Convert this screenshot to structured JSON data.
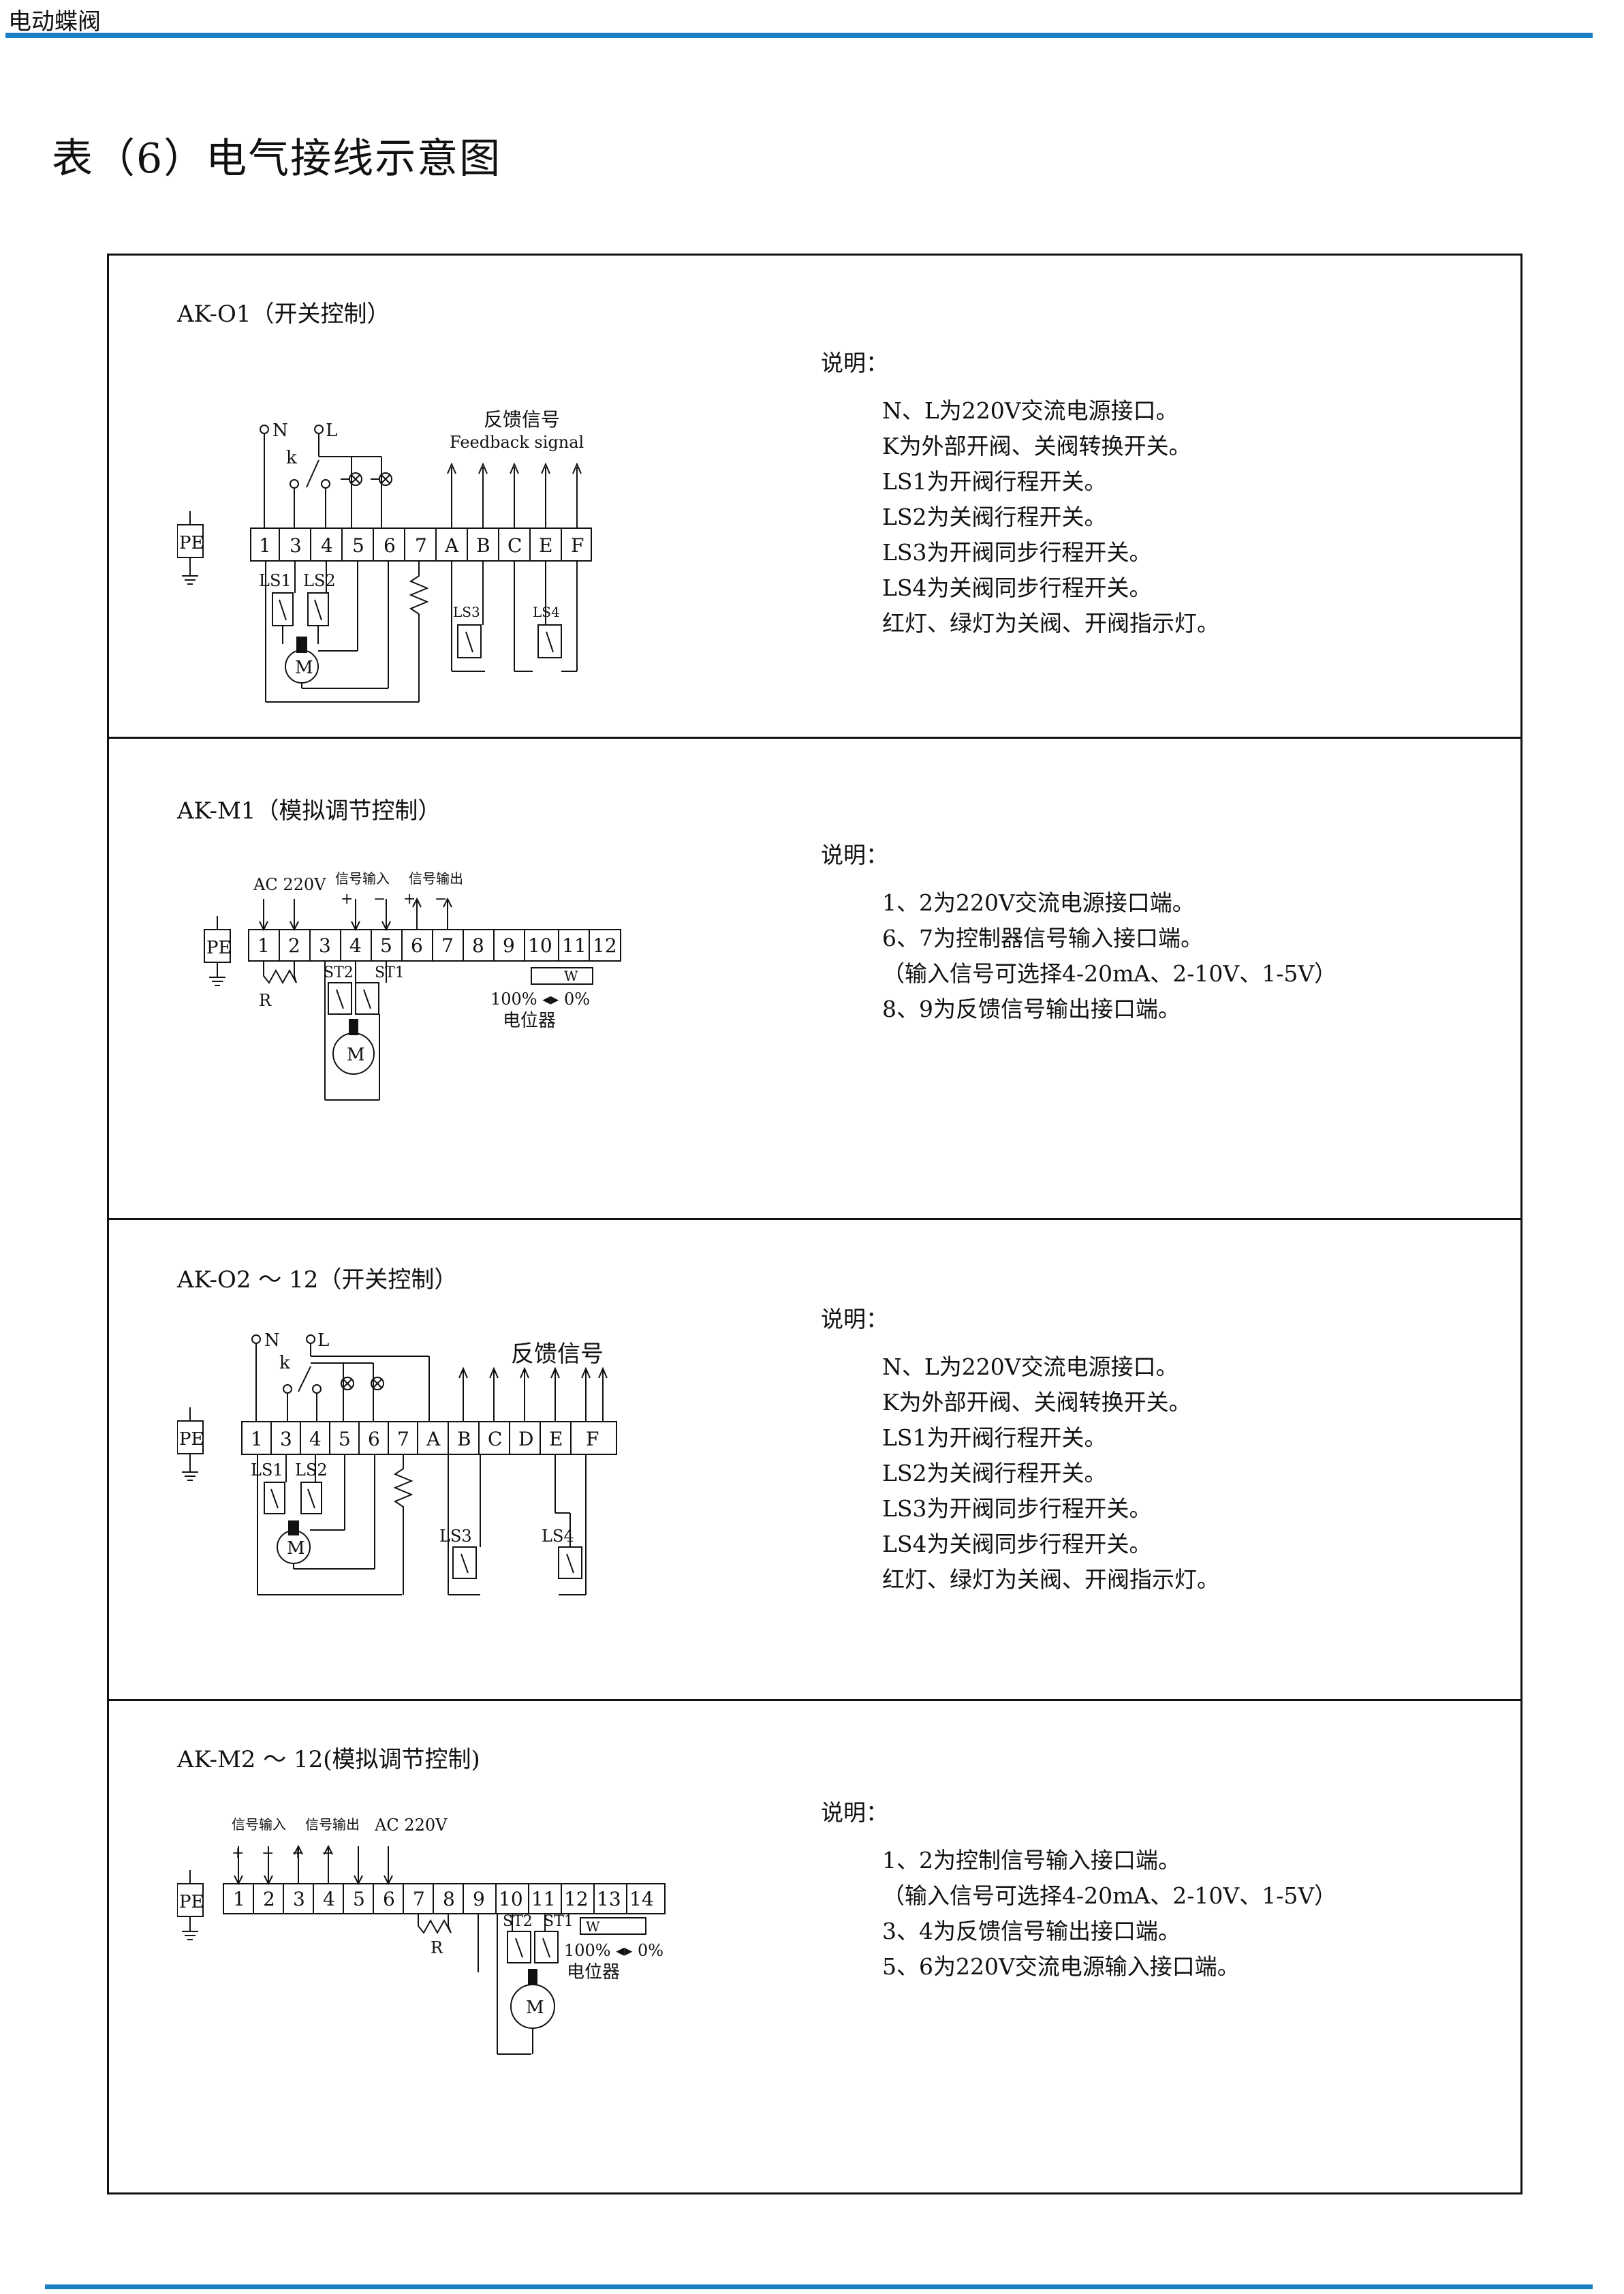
{
  "header": {
    "title": "电动蝶阀"
  },
  "page": {
    "title": "表（6）电气接线示意图"
  },
  "sections": [
    {
      "model": "AK-O1（开关控制）",
      "labels": {
        "pe": "PE",
        "n": "N",
        "l": "L",
        "k": "k",
        "feedback_cn": "反馈信号",
        "feedback_en": "Feedback signal",
        "ls1": "LS1",
        "ls2": "LS2",
        "ls3": "LS3",
        "ls4": "LS4",
        "motor": "M",
        "terminals": [
          "1",
          "3",
          "4",
          "5",
          "6",
          "7",
          "A",
          "B",
          "C",
          "E",
          "F"
        ]
      },
      "notes_title": "说明：",
      "notes": [
        "N、L为220V交流电源接口。",
        "K为外部开阀、关阀转换开关。",
        "LS1为开阀行程开关。",
        "LS2为关阀行程开关。",
        "LS3为开阀同步行程开关。",
        "LS4为关阀同步行程开关。",
        "红灯、绿灯为关阀、开阀指示灯。"
      ]
    },
    {
      "model": "AK-M1（模拟调节控制）",
      "labels": {
        "pe": "PE",
        "ac": "AC 220V",
        "sig_in": "信号输入",
        "sig_out": "信号输出",
        "r": "R",
        "st1": "ST1",
        "st2": "ST2",
        "motor": "M",
        "w": "W",
        "pot_range": "100% ◂▸ 0%",
        "pot": "电位器",
        "terminals": [
          "1",
          "2",
          "3",
          "4",
          "5",
          "6",
          "7",
          "8",
          "9",
          "10",
          "11",
          "12"
        ]
      },
      "notes_title": "说明：",
      "notes": [
        "1、2为220V交流电源接口端。",
        "6、7为控制器信号输入接口端。",
        "（输入信号可选择4-20mA、2-10V、1-5V）",
        "8、9为反馈信号输出接口端。"
      ]
    },
    {
      "model": "AK-O2 ～ 12（开关控制）",
      "labels": {
        "pe": "PE",
        "n": "N",
        "l": "L",
        "k": "k",
        "feedback_cn": "反馈信号",
        "ls1": "LS1",
        "ls2": "LS2",
        "ls3": "LS3",
        "ls4": "LS4",
        "motor": "M",
        "terminals": [
          "1",
          "3",
          "4",
          "5",
          "6",
          "7",
          "A",
          "B",
          "C",
          "D",
          "E",
          "F"
        ]
      },
      "notes_title": "说明：",
      "notes": [
        "N、L为220V交流电源接口。",
        "K为外部开阀、关阀转换开关。",
        "LS1为开阀行程开关。",
        "LS2为关阀行程开关。",
        "LS3为开阀同步行程开关。",
        "LS4为关阀同步行程开关。",
        "红灯、绿灯为关阀、开阀指示灯。"
      ]
    },
    {
      "model": "AK-M2 ～ 12(模拟调节控制)",
      "labels": {
        "pe": "PE",
        "ac": "AC 220V",
        "sig_in": "信号输入",
        "sig_out": "信号输出",
        "r": "R",
        "st1": "ST1",
        "st2": "ST2",
        "motor": "M",
        "w": "W",
        "pot_range": "100% ◂▸ 0%",
        "pot": "电位器",
        "terminals": [
          "1",
          "2",
          "3",
          "4",
          "5",
          "6",
          "7",
          "8",
          "9",
          "10",
          "11",
          "12",
          "13",
          "14"
        ]
      },
      "notes_title": "说明：",
      "notes": [
        "1、2为控制信号输入接口端。",
        "（输入信号可选择4-20mA、2-10V、1-5V）",
        "3、4为反馈信号输出接口端。",
        "5、6为220V交流电源输入接口端。"
      ]
    }
  ]
}
